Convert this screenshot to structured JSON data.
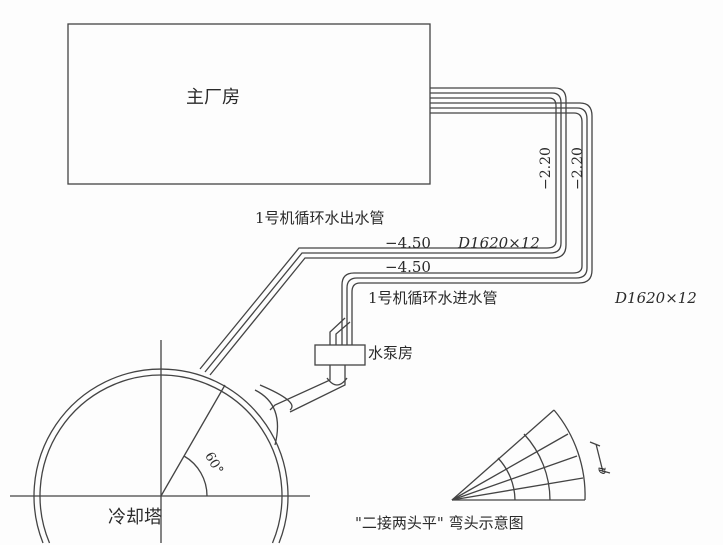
{
  "labels": {
    "main_building": "主厂房",
    "outlet_pipe": "1号机循环水出水管",
    "inlet_pipe": "1号机循环水进水管",
    "pump_house": "水泵房",
    "cooling_tower": "冷却塔",
    "elev_outlet": "−4.50",
    "elev_inlet": "−4.50",
    "spec_outlet": "D1620×12",
    "spec_inlet": "D1620×12",
    "elev_vert_1": "−2.20",
    "elev_vert_2": "−2.20",
    "angle": "60°",
    "elbow_dim": "a",
    "elbow_caption": "\"二接两头平\" 弯头示意图"
  }
}
